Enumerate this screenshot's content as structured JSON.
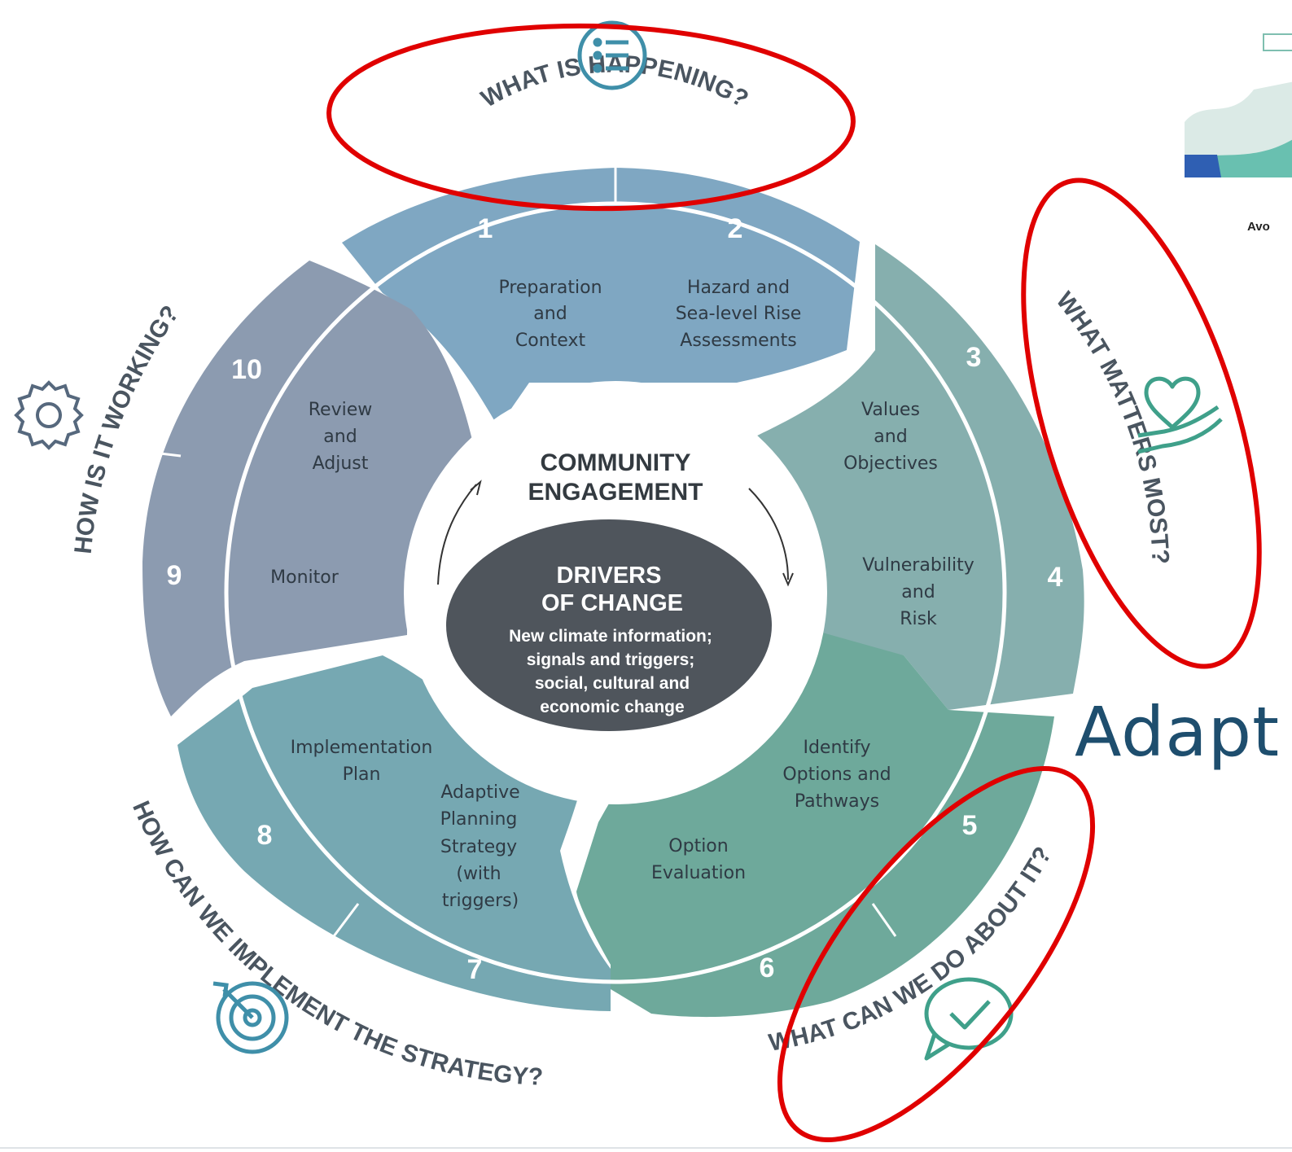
{
  "center": {
    "engagement": [
      "COMMUNITY",
      "ENGAGEMENT"
    ],
    "drivers_title": [
      "DRIVERS",
      "OF CHANGE"
    ],
    "drivers_text": [
      "New climate information;",
      "signals and triggers;",
      "social, cultural and",
      "economic change"
    ]
  },
  "numbers": [
    "1",
    "2",
    "3",
    "4",
    "5",
    "6",
    "7",
    "8",
    "9",
    "10"
  ],
  "steps": {
    "s1": [
      "Preparation",
      "and",
      "Context"
    ],
    "s2": [
      "Hazard and",
      "Sea-level Rise",
      "Assessments"
    ],
    "s3": [
      "Values",
      "and",
      "Objectives"
    ],
    "s4": [
      "Vulnerability",
      "and",
      "Risk"
    ],
    "s5": [
      "Identify",
      "Options and",
      "Pathways"
    ],
    "s6": [
      "Option",
      "Evaluation"
    ],
    "s7": [
      "Adaptive",
      "Planning",
      "Strategy",
      "(with",
      "triggers)"
    ],
    "s8": [
      "Implementation",
      "Plan"
    ],
    "s9": [
      "Monitor"
    ],
    "s10": [
      "Review",
      "and",
      "Adjust"
    ]
  },
  "questions": {
    "happening": "WHAT IS HAPPENING?",
    "matters": "WHAT MATTERS MOST?",
    "do": "WHAT CAN WE DO ABOUT IT?",
    "implement": "HOW CAN WE IMPLEMENT THE STRATEGY?",
    "working": "HOW IS IT WORKING?"
  },
  "side": {
    "adapt": "Adapt",
    "avo": "Avo"
  },
  "colors": {
    "seg_top": "#7fa7c2",
    "seg_right": "#86afae",
    "seg_bottomright": "#6ea99b",
    "seg_bottomleft": "#76a8b2",
    "seg_left": "#8c9bb0",
    "center": "#4f555c",
    "annotation": "#e00000",
    "heading": "#4a5560"
  },
  "icons": [
    "list-icon",
    "heart-hand-icon",
    "check-chat-icon",
    "target-icon",
    "gear-icon"
  ]
}
